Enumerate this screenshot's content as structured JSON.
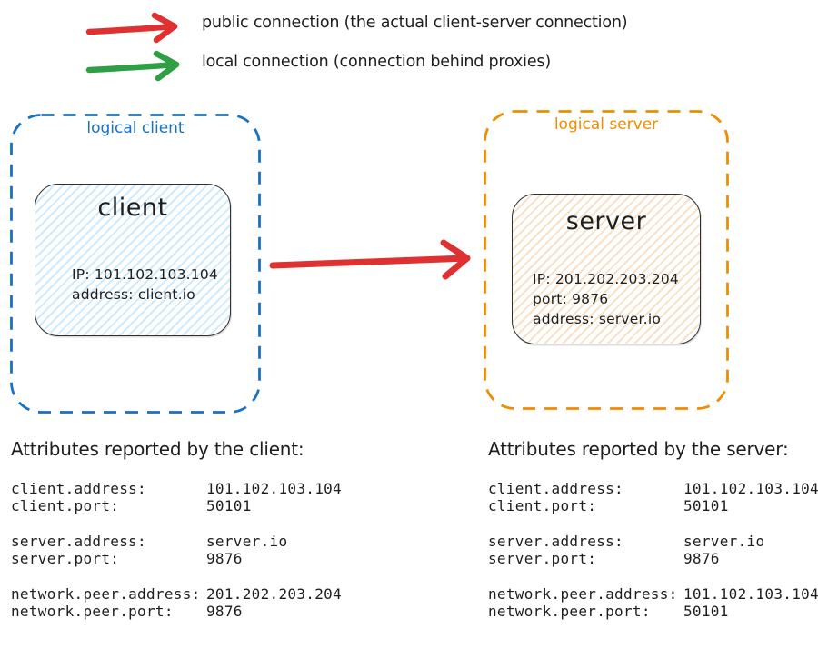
{
  "colors": {
    "ink": "#1e1e1e",
    "red": "#e03131",
    "green": "#2f9e44",
    "blue": "#1971c2",
    "orange": "#f08c00",
    "node_border": "#2f2f2f",
    "client_hatch": "rgba(165,216,255,0.55)",
    "server_hatch": "rgba(240,195,140,0.5)"
  },
  "legend": {
    "public_label": "public connection (the actual client-server connection)",
    "local_label": "local connection (connection behind proxies)"
  },
  "client_group": {
    "label": "logical client",
    "node": {
      "title": "client",
      "lines": [
        "IP: 101.102.103.104",
        "address: client.io"
      ]
    }
  },
  "server_group": {
    "label": "logical server",
    "node": {
      "title": "server",
      "lines": [
        "IP: 201.202.203.204",
        "port: 9876",
        "address: server.io"
      ]
    }
  },
  "attributes_client": {
    "heading": "Attributes reported by the client:",
    "rows": [
      {
        "key": "client.address:",
        "value": "101.102.103.104"
      },
      {
        "key": "client.port:",
        "value": "50101"
      },
      {
        "key": "server.address:",
        "value": "server.io"
      },
      {
        "key": "server.port:",
        "value": "9876"
      },
      {
        "key": "network.peer.address:",
        "value": "201.202.203.204"
      },
      {
        "key": "network.peer.port:",
        "value": "9876"
      }
    ]
  },
  "attributes_server": {
    "heading": "Attributes reported by the server:",
    "rows": [
      {
        "key": "client.address:",
        "value": "101.102.103.104"
      },
      {
        "key": "client.port:",
        "value": "50101"
      },
      {
        "key": "server.address:",
        "value": "server.io"
      },
      {
        "key": "server.port:",
        "value": "9876"
      },
      {
        "key": "network.peer.address:",
        "value": "101.102.103.104"
      },
      {
        "key": "network.peer.port:",
        "value": "50101"
      }
    ]
  }
}
